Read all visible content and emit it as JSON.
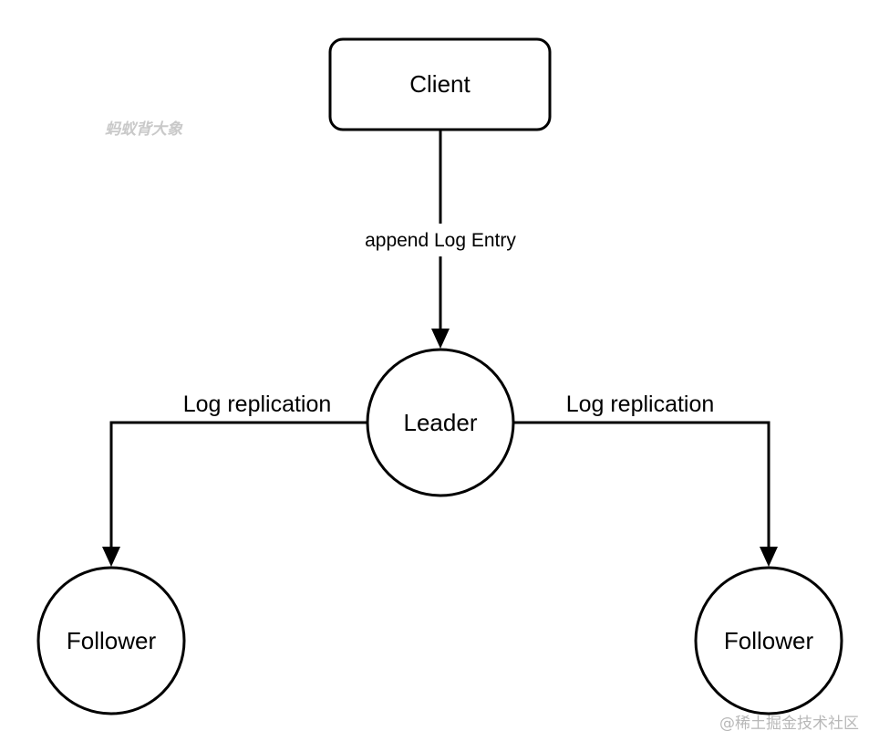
{
  "diagram": {
    "nodes": {
      "client": "Client",
      "leader": "Leader",
      "follower_left": "Follower",
      "follower_right": "Follower"
    },
    "edges": {
      "client_to_leader": "append Log Entry",
      "leader_to_left": "Log replication",
      "leader_to_right": "Log replication"
    }
  },
  "watermarks": {
    "top_left": "蚂蚁背大象",
    "bottom_right": "@稀土掘金技术社区"
  },
  "colors": {
    "stroke": "#000000",
    "background": "#ffffff"
  }
}
